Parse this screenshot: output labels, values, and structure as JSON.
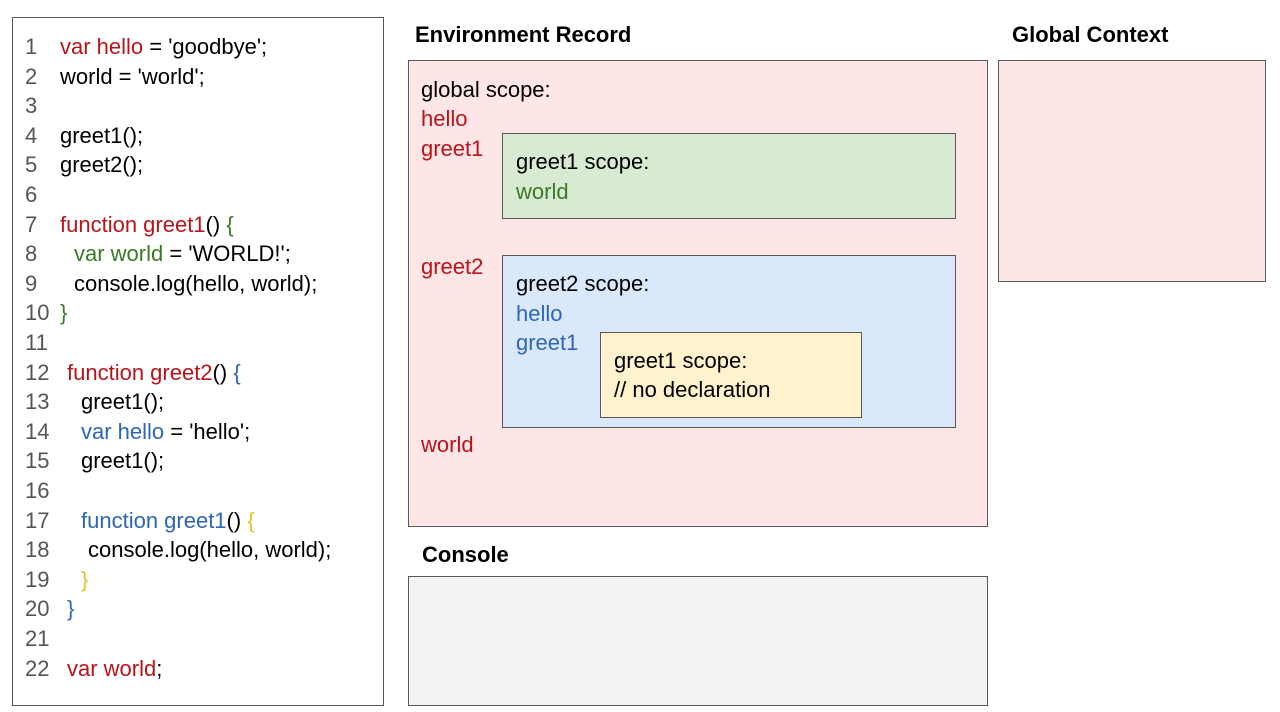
{
  "colors": {
    "red": "#b7141b",
    "green": "#3a7a25",
    "blue": "#2f66b3",
    "yellow": "#e6c229",
    "env_bg": "#ffe6e6",
    "greet1_bg": "#d9ead3",
    "greet2_bg": "#dae8fc",
    "inner_bg": "#fff2cc",
    "console_bg": "#f3f3f3"
  },
  "code_lines": [
    {
      "num": "1",
      "indent": 0,
      "spans": [
        {
          "t": "var hello",
          "c": "red"
        },
        {
          "t": " = 'goodbye';",
          "c": "black"
        }
      ]
    },
    {
      "num": "2",
      "indent": 0,
      "spans": [
        {
          "t": "world = 'world';",
          "c": "black"
        }
      ]
    },
    {
      "num": "3",
      "indent": 0,
      "spans": []
    },
    {
      "num": "4",
      "indent": 0,
      "spans": [
        {
          "t": "greet1();",
          "c": "black"
        }
      ]
    },
    {
      "num": "5",
      "indent": 0,
      "spans": [
        {
          "t": "greet2();",
          "c": "black"
        }
      ]
    },
    {
      "num": "6",
      "indent": 0,
      "spans": []
    },
    {
      "num": "7",
      "indent": 0,
      "spans": [
        {
          "t": "function greet1",
          "c": "red"
        },
        {
          "t": "() ",
          "c": "black"
        },
        {
          "t": "{",
          "c": "green"
        }
      ]
    },
    {
      "num": "8",
      "indent": 14,
      "spans": [
        {
          "t": "var world",
          "c": "green"
        },
        {
          "t": " = 'WORLD!';",
          "c": "black"
        }
      ]
    },
    {
      "num": "9",
      "indent": 14,
      "spans": [
        {
          "t": "console.log(hello, world);",
          "c": "black"
        }
      ]
    },
    {
      "num": "10",
      "indent": 0,
      "spans": [
        {
          "t": "}",
          "c": "green"
        }
      ]
    },
    {
      "num": "11",
      "indent": 0,
      "spans": []
    },
    {
      "num": "12",
      "indent": 7,
      "spans": [
        {
          "t": "function greet2",
          "c": "red"
        },
        {
          "t": "() ",
          "c": "black"
        },
        {
          "t": "{",
          "c": "blue"
        }
      ]
    },
    {
      "num": "13",
      "indent": 21,
      "spans": [
        {
          "t": "greet1();",
          "c": "black"
        }
      ]
    },
    {
      "num": "14",
      "indent": 21,
      "spans": [
        {
          "t": "var hello",
          "c": "blue"
        },
        {
          "t": " = 'hello';",
          "c": "black"
        }
      ]
    },
    {
      "num": "15",
      "indent": 21,
      "spans": [
        {
          "t": "greet1();",
          "c": "black"
        }
      ]
    },
    {
      "num": "16",
      "indent": 0,
      "spans": []
    },
    {
      "num": "17",
      "indent": 21,
      "spans": [
        {
          "t": "function greet1",
          "c": "blue"
        },
        {
          "t": "() ",
          "c": "black"
        },
        {
          "t": "{",
          "c": "yellow"
        }
      ]
    },
    {
      "num": "18",
      "indent": 28,
      "spans": [
        {
          "t": "console.log(hello, world);",
          "c": "black"
        }
      ]
    },
    {
      "num": "19",
      "indent": 21,
      "spans": [
        {
          "t": "}",
          "c": "yellow"
        }
      ]
    },
    {
      "num": "20",
      "indent": 7,
      "spans": [
        {
          "t": "}",
          "c": "blue"
        }
      ]
    },
    {
      "num": "21",
      "indent": 0,
      "spans": []
    },
    {
      "num": "22",
      "indent": 7,
      "spans": [
        {
          "t": "var world",
          "c": "red"
        },
        {
          "t": ";",
          "c": "black"
        }
      ]
    }
  ],
  "headings": {
    "environment_record": "Environment Record",
    "global_context": "Global Context",
    "console": "Console"
  },
  "env": {
    "global_label": "global scope:",
    "hello": "hello",
    "greet1": "greet1",
    "greet2": "greet2",
    "world": "world",
    "greet1_scope": {
      "label": "greet1 scope:",
      "world": "world"
    },
    "greet2_scope": {
      "label": "greet2 scope:",
      "hello": "hello",
      "greet1": "greet1",
      "inner_greet1_scope": {
        "label": "greet1 scope:",
        "note": "// no declaration"
      }
    }
  }
}
